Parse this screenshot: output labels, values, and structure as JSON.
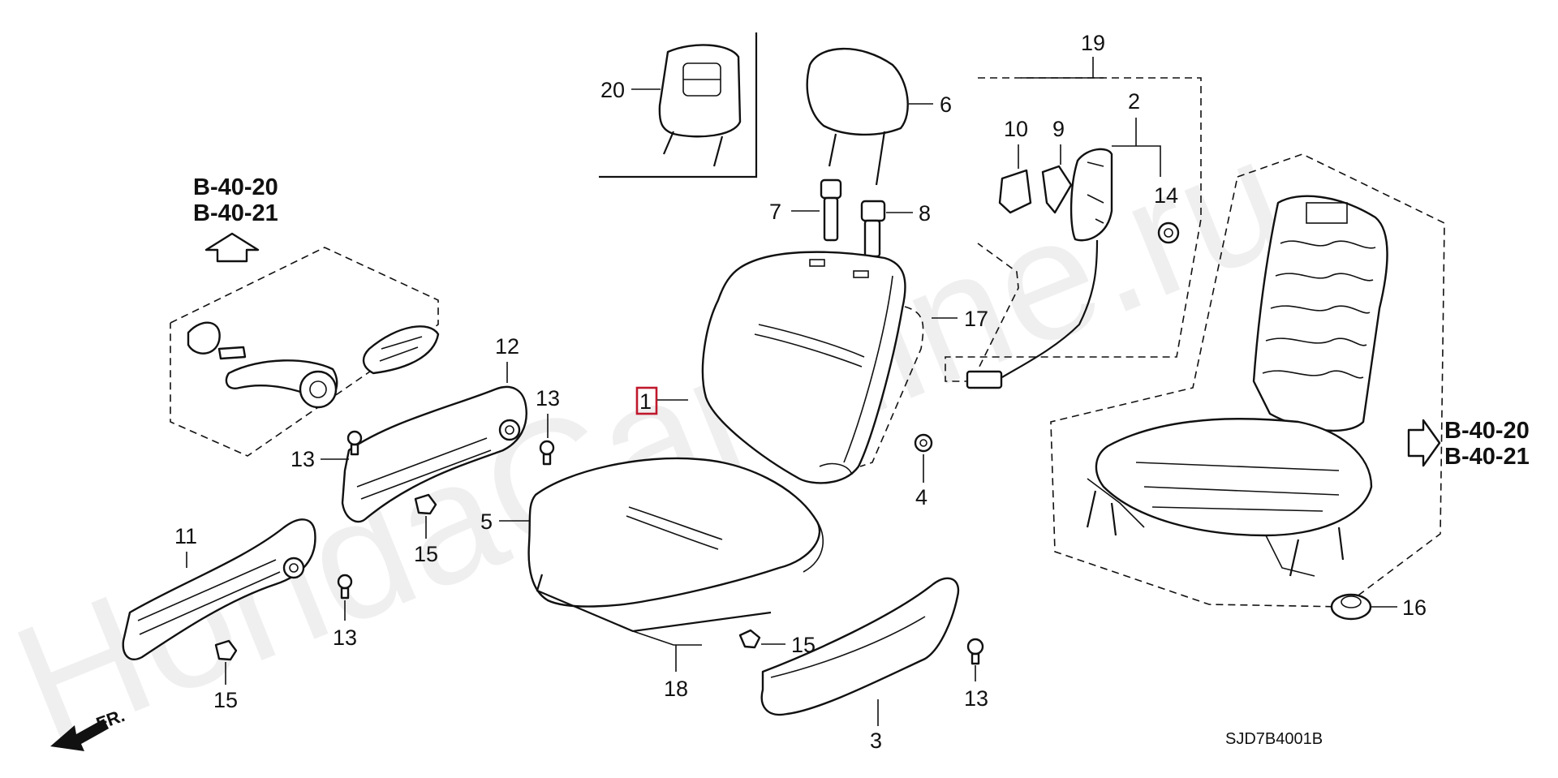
{
  "watermark": "HondaCarMine.ru",
  "diagram_code": "SJD7B4001B",
  "front_marker": "FR.",
  "highlight_color": "#c0182c",
  "refs": {
    "left_top": "B-40-20",
    "left_bottom": "B-40-21",
    "right_top": "B-40-20",
    "right_bottom": "B-40-21"
  },
  "callouts": {
    "c1": "1",
    "c2": "2",
    "c3": "3",
    "c4": "4",
    "c5": "5",
    "c6": "6",
    "c7": "7",
    "c8": "8",
    "c9": "9",
    "c10": "10",
    "c11": "11",
    "c12": "12",
    "c13a": "13",
    "c13b": "13",
    "c13c": "13",
    "c13d": "13",
    "c14": "14",
    "c15a": "15",
    "c15b": "15",
    "c15c": "15",
    "c16": "16",
    "c17": "17",
    "c18": "18",
    "c19": "19",
    "c20": "20"
  }
}
